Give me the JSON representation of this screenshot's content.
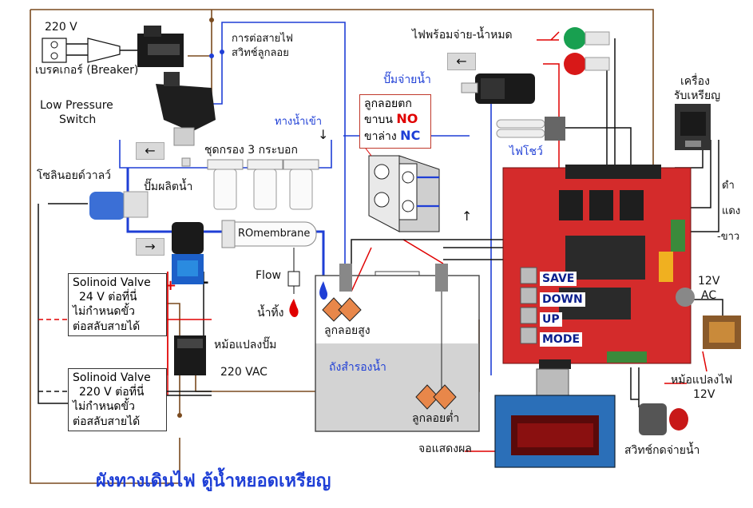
{
  "title": "ผังทางเดินไฟ ตู้น้ำหยอดเหรียญ",
  "labels": {
    "v220": "220 V",
    "breaker": "เบรคเกอร์ (Breaker)",
    "wiring_float_1": "การต่อสายไฟ",
    "wiring_float_2": "สวิทช์ลูกลอย",
    "low_pressure_1": "Low Pressure",
    "low_pressure_2": "Switch",
    "water_in": "ทางน้ำเข้า",
    "filter_set": "ชุดกรอง 3 กระบอก",
    "solenoid_valve": "โซลินอยด์วาลว์",
    "booster_pump": "ปั๊มผลิตน้ำ",
    "ro_membrane": "ROmembrane",
    "flow": "Flow",
    "waste_water": "น้ำทิ้ง",
    "pump_transformer": "หม้อแปลงปั๊ม",
    "vac220": "220 VAC",
    "float_high": "ลูกลอยสูง",
    "float_low": "ลูกลอยต่ำ",
    "storage_tank": "ถังสำรองน้ำ",
    "float_drop": "ลูกลอยตก",
    "upper_pin": "ขาบน",
    "lower_pin": "ขาล่าง",
    "no": "NO",
    "nc": "NC",
    "dispense_pump": "ปั๊มจ่ายน้ำ",
    "ready_lamp": "ไฟพร้อมจ่าย-น้ำหมด",
    "show_lamp": "ไฟโชว์",
    "coin_acceptor_1": "เครื่อง",
    "coin_acceptor_2": "รับเหรียญ",
    "black": "ดำ",
    "red": "แดง",
    "white": "-ขาว",
    "v12ac_1": "12V",
    "v12ac_2": "AC",
    "transformer12_1": "หม้อแปลงไฟ",
    "transformer12_2": "12V",
    "display": "จอแสดงผล",
    "dispense_switch": "สวิทช์กดจ่ายน้ำ",
    "plus": "+",
    "minus": "-"
  },
  "buttons": {
    "save": "SAVE",
    "down": "DOWN",
    "up": "UP",
    "mode": "MODE"
  },
  "solenoid24": {
    "line1": "Solinoid Valve",
    "line2": "24 V ต่อที่นี่",
    "line3": "ไม่กำหนดขั้ว",
    "line4": "ต่อสลับสายได้"
  },
  "solenoid220": {
    "line1": "Solinoid Valve",
    "line2": "220  V ต่อที่นี่",
    "line3": "ไม่กำหนดขั้ว",
    "line4": "ต่อสลับสายได้"
  },
  "arrows": {
    "left": "←",
    "right": "→",
    "down": "↓",
    "up": "↑"
  },
  "colors": {
    "wire_brown": "#7a4a1e",
    "wire_blue": "#1f3fd6",
    "wire_red": "#e00000",
    "wire_black": "#111111",
    "board_red": "#d42b2b",
    "title_blue": "#1f3fd6"
  }
}
